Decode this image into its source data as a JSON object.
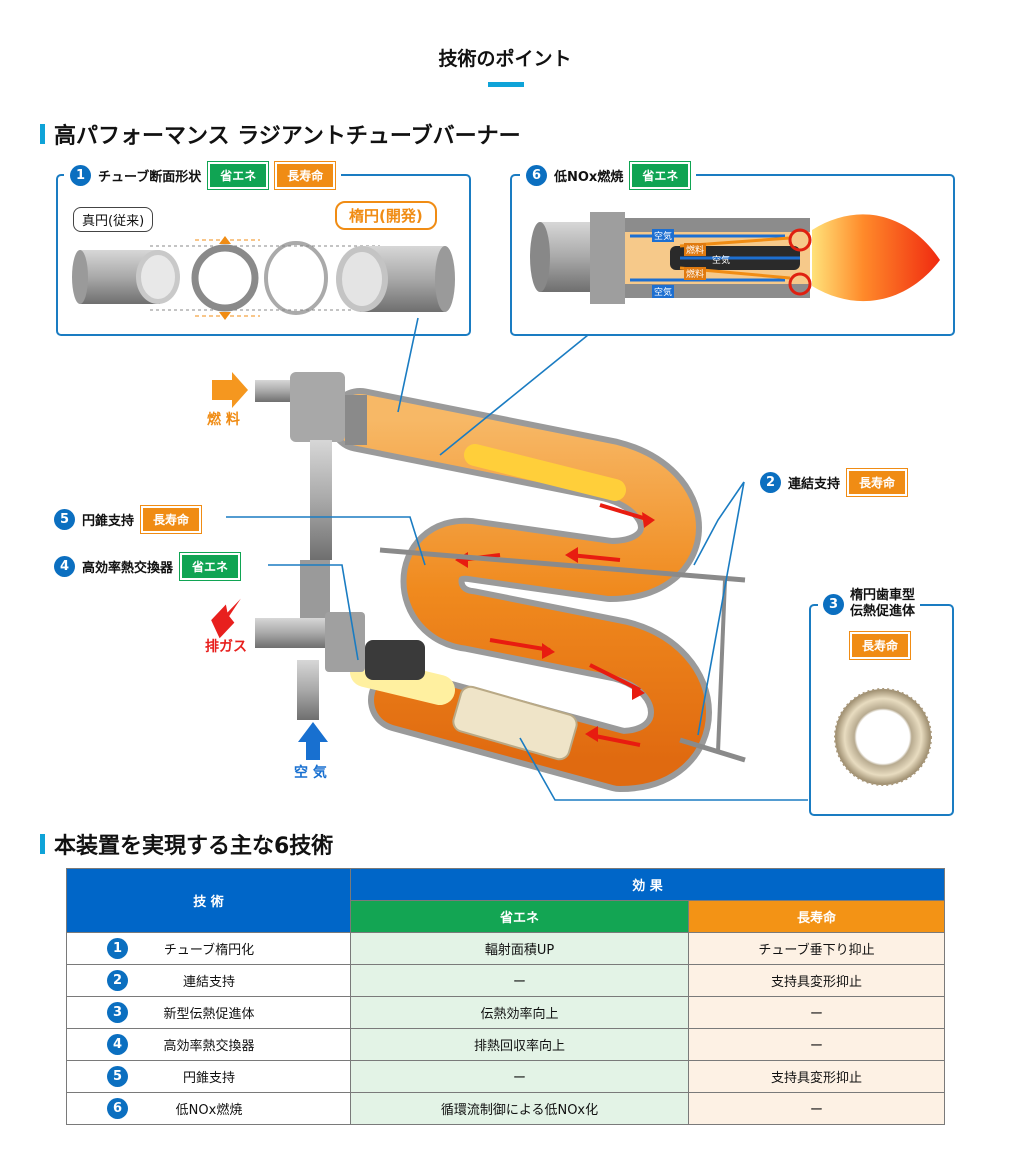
{
  "page_title": "技術のポイント",
  "section1_heading": "高パフォーマンス ラジアントチューブバーナー",
  "section2_heading": "本装置を実現する主な6技術",
  "tags": {
    "energy": "省エネ",
    "life": "長寿命"
  },
  "panel1": {
    "num": "1",
    "title": "チューブ断面形状",
    "conventional_label": "真円(従来)",
    "developed_label": "楕円(開発)"
  },
  "panel6": {
    "num": "6",
    "title": "低NOx燃焼",
    "air_label": "空気",
    "fuel_label": "燃料"
  },
  "panel3": {
    "num": "3",
    "title_line1": "楕円歯車型",
    "title_line2": "伝熱促進体"
  },
  "callouts": {
    "c2": {
      "num": "2",
      "label": "連結支持"
    },
    "c5": {
      "num": "5",
      "label": "円錐支持"
    },
    "c4": {
      "num": "4",
      "label": "高効率熱交換器"
    }
  },
  "flow_labels": {
    "fuel": "燃 料",
    "exhaust": "排ガス",
    "air": "空 気"
  },
  "colors": {
    "accent": "#0fa3d8",
    "panel_border": "#1a7cc2",
    "energy": "#10a453",
    "life": "#f08c14",
    "table_header": "#0066c8"
  },
  "table": {
    "header_tech": "技 術",
    "header_effect": "効 果",
    "header_energy": "省エネ",
    "header_life": "長寿命",
    "rows": [
      {
        "num": "1",
        "tech": "チューブ楕円化",
        "energy": "輻射面積UP",
        "life": "チューブ垂下り抑止"
      },
      {
        "num": "2",
        "tech": "連結支持",
        "energy": "ー",
        "life": "支持具変形抑止"
      },
      {
        "num": "3",
        "tech": "新型伝熱促進体",
        "energy": "伝熱効率向上",
        "life": "ー"
      },
      {
        "num": "4",
        "tech": "高効率熱交換器",
        "energy": "排熱回収率向上",
        "life": "ー"
      },
      {
        "num": "5",
        "tech": "円錐支持",
        "energy": "ー",
        "life": "支持具変形抑止"
      },
      {
        "num": "6",
        "tech": "低NOx燃焼",
        "energy": "循環流制御による低NOx化",
        "life": "ー"
      }
    ]
  }
}
